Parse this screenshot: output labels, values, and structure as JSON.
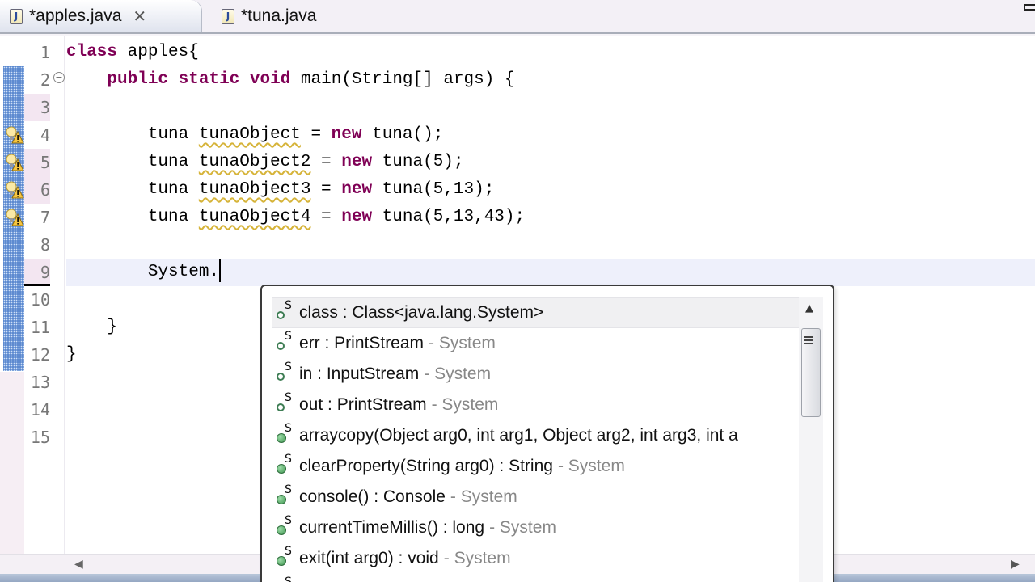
{
  "tabs": [
    {
      "label": "*apples.java",
      "icon": "java-file-icon",
      "active": true,
      "close": "✕"
    },
    {
      "label": "*tuna.java",
      "icon": "java-file-icon",
      "active": false
    }
  ],
  "tab_icon_glyph": "J",
  "editor": {
    "line_numbers": [
      "1",
      "2",
      "3",
      "4",
      "5",
      "6",
      "7",
      "8",
      "9",
      "10",
      "11",
      "12",
      "13",
      "14",
      "15"
    ],
    "fold_glyph": "−",
    "lines": [
      {
        "n": 1,
        "parts": [
          {
            "t": "class",
            "kw": true
          },
          {
            "t": " apples{"
          }
        ]
      },
      {
        "n": 2,
        "parts": [
          {
            "t": "    "
          },
          {
            "t": "public",
            "kw": true
          },
          {
            "t": " "
          },
          {
            "t": "static",
            "kw": true
          },
          {
            "t": " "
          },
          {
            "t": "void",
            "kw": true
          },
          {
            "t": " main(String[] args) {"
          }
        ]
      },
      {
        "n": 3,
        "parts": []
      },
      {
        "n": 4,
        "parts": [
          {
            "t": "        tuna "
          },
          {
            "t": "tunaObject",
            "warn": true
          },
          {
            "t": " = "
          },
          {
            "t": "new",
            "kw": true
          },
          {
            "t": " tuna();"
          }
        ]
      },
      {
        "n": 5,
        "parts": [
          {
            "t": "        tuna "
          },
          {
            "t": "tunaObject2",
            "warn": true
          },
          {
            "t": " = "
          },
          {
            "t": "new",
            "kw": true
          },
          {
            "t": " tuna(5);"
          }
        ]
      },
      {
        "n": 6,
        "parts": [
          {
            "t": "        tuna "
          },
          {
            "t": "tunaObject3",
            "warn": true
          },
          {
            "t": " = "
          },
          {
            "t": "new",
            "kw": true
          },
          {
            "t": " tuna(5,13);"
          }
        ]
      },
      {
        "n": 7,
        "parts": [
          {
            "t": "        tuna "
          },
          {
            "t": "tunaObject4",
            "warn": true
          },
          {
            "t": " = "
          },
          {
            "t": "new",
            "kw": true
          },
          {
            "t": " tuna(5,13,43);"
          }
        ]
      },
      {
        "n": 8,
        "parts": []
      },
      {
        "n": 9,
        "parts": [
          {
            "t": "        System."
          }
        ],
        "caret": true
      },
      {
        "n": 10,
        "parts": []
      },
      {
        "n": 11,
        "parts": [
          {
            "t": "    }"
          }
        ]
      },
      {
        "n": 12,
        "parts": [
          {
            "t": "}"
          }
        ]
      },
      {
        "n": 13,
        "parts": []
      },
      {
        "n": 14,
        "parts": []
      },
      {
        "n": 15,
        "parts": []
      }
    ],
    "warning_lines": [
      4,
      5,
      6,
      7
    ]
  },
  "content_assist": {
    "items": [
      {
        "kind": "field",
        "label": "class : Class<java.lang.System>",
        "qualifier": "",
        "selected": true
      },
      {
        "kind": "field",
        "label": "err : PrintStream",
        "qualifier": "- System"
      },
      {
        "kind": "field",
        "label": "in : InputStream",
        "qualifier": "- System"
      },
      {
        "kind": "field",
        "label": "out : PrintStream",
        "qualifier": "- System"
      },
      {
        "kind": "method",
        "label": "arraycopy(Object arg0, int arg1, Object arg2, int arg3, int a",
        "qualifier": ""
      },
      {
        "kind": "method",
        "label": "clearProperty(String arg0) : String",
        "qualifier": "- System"
      },
      {
        "kind": "method",
        "label": "console() : Console",
        "qualifier": "- System"
      },
      {
        "kind": "method",
        "label": "currentTimeMillis() : long",
        "qualifier": "- System"
      },
      {
        "kind": "method",
        "label": "exit(int arg0) : void",
        "qualifier": "- System"
      },
      {
        "kind": "method",
        "label": "",
        "qualifier": ""
      }
    ],
    "static_marker": "S",
    "scroll_up_glyph": "▲"
  },
  "scrollbar": {
    "left_glyph": "◀",
    "right_glyph": "▶"
  },
  "colors": {
    "keyword": "#7f0055",
    "qualifier": "#888888",
    "warning_underline": "#d6b43a",
    "current_line": "#eef0fb"
  }
}
